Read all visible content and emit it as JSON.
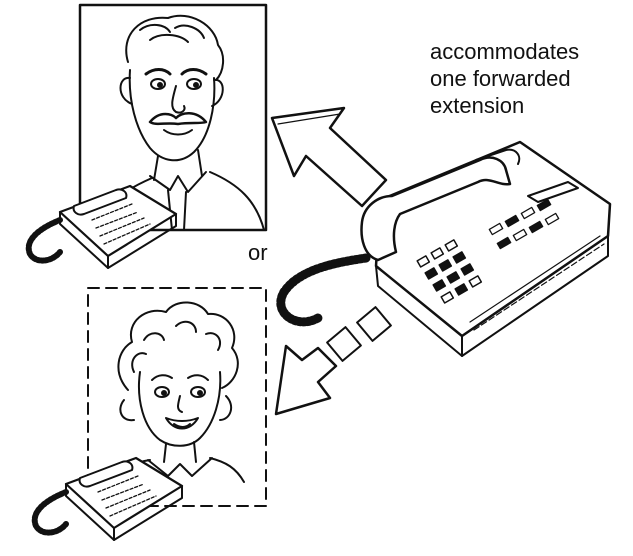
{
  "caption": {
    "line1": "accommodates",
    "line2": "one forwarded",
    "line3": "extension"
  },
  "or_label": "or",
  "icons": {
    "man": "man-portrait-icon",
    "woman": "woman-portrait-icon",
    "main_phone": "desk-telephone-icon",
    "small_phone": "small-telephone-icon",
    "solid_arrow": "solid-arrow-icon",
    "dashed_arrow": "dashed-arrow-icon"
  },
  "colors": {
    "ink": "#111111",
    "paper": "#ffffff"
  }
}
